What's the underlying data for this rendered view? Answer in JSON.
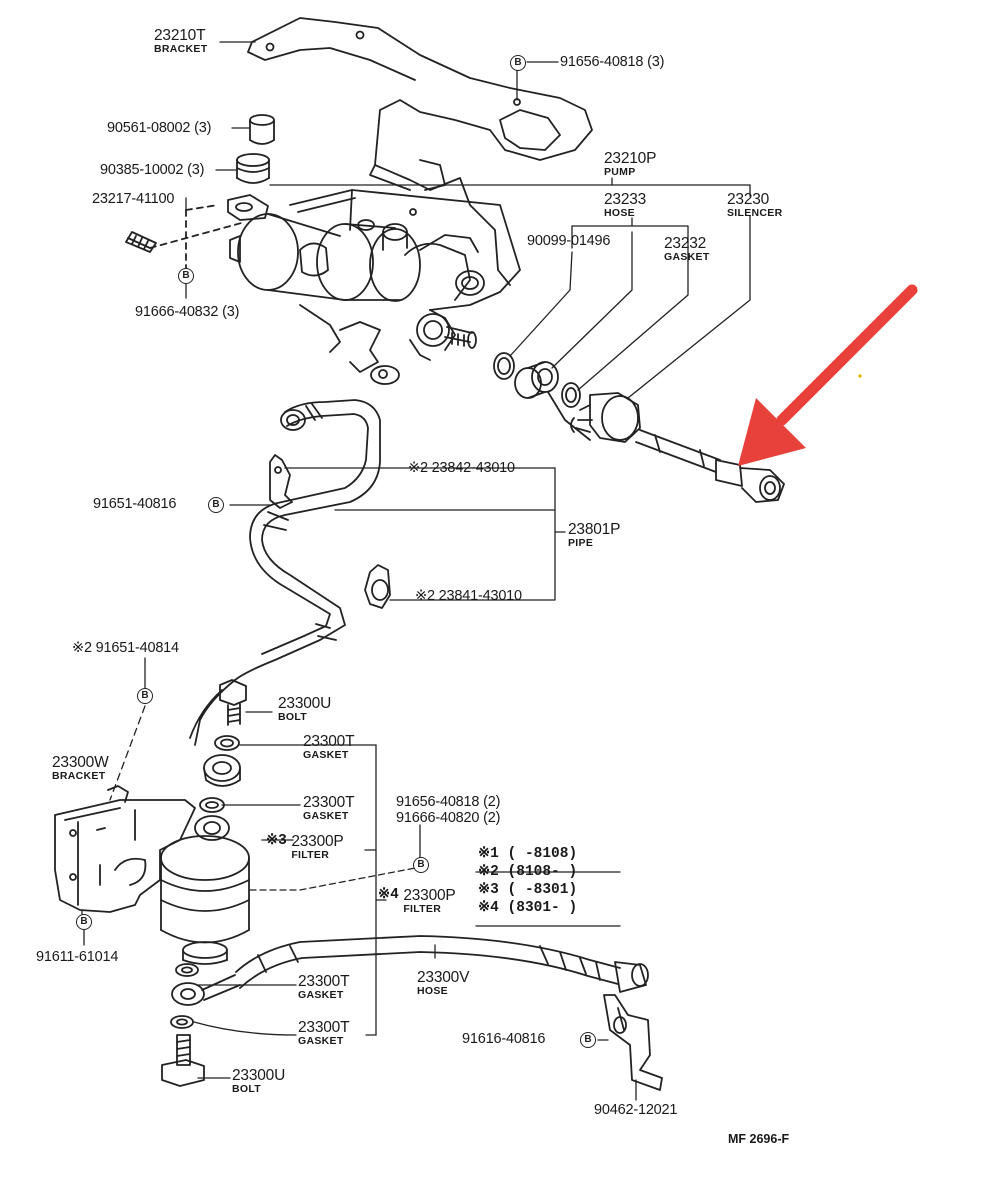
{
  "labels": {
    "bracket_top": {
      "pn": "23210T",
      "sub": "BRACKET"
    },
    "p91656_40818_top": "91656-40818 (3)",
    "p90561": "90561-08002 (3)",
    "p90385": "90385-10002 (3)",
    "pump": {
      "pn": "23210P",
      "sub": "PUMP"
    },
    "p23217": "23217-41100",
    "hose_23233": {
      "pn": "23233",
      "sub": "HOSE"
    },
    "silencer": {
      "pn": "23230",
      "sub": "SILENCER"
    },
    "p90099": "90099-01496",
    "gasket_23232": {
      "pn": "23232",
      "sub": "GASKET"
    },
    "p91666_40832": "91666-40832 (3)",
    "clamp_23842": "※2 23842-43010",
    "p91651_40816": "91651-40816",
    "pipe": {
      "pn": "23801P",
      "sub": "PIPE"
    },
    "clamp_23841": "※2 23841-43010",
    "p91651_40814": "※2 91651-40814",
    "bolt_upper": {
      "pn": "23300U",
      "sub": "BOLT"
    },
    "bracket_w": {
      "pn": "23300W",
      "sub": "BRACKET"
    },
    "gasket_t1": {
      "pn": "23300T",
      "sub": "GASKET"
    },
    "gasket_t2": {
      "pn": "23300T",
      "sub": "GASKET"
    },
    "p91656_91666": [
      "91656-40818 (2)",
      "91666-40820 (2)"
    ],
    "filter3": {
      "mark": "※3",
      "pn": "23300P",
      "sub": "FILTER"
    },
    "filter4": {
      "mark": "※4",
      "pn": "23300P",
      "sub": "FILTER"
    },
    "notes": [
      "※1 (      -8108)",
      "※2 (8108-      )",
      "※3 (      -8301)",
      "※4 (8301-      )"
    ],
    "p91611": "91611-61014",
    "gasket_t3": {
      "pn": "23300T",
      "sub": "GASKET"
    },
    "hose_v": {
      "pn": "23300V",
      "sub": "HOSE"
    },
    "p91616": "91616-40816",
    "gasket_t4": {
      "pn": "23300T",
      "sub": "GASKET"
    },
    "bolt_lower": {
      "pn": "23300U",
      "sub": "BOLT"
    },
    "p90462": "90462-12021",
    "figure_code": "MF 2696-F",
    "b_marker": "B"
  },
  "colors": {
    "ink": "#1a1a1a",
    "arrow": "#e8403a"
  }
}
